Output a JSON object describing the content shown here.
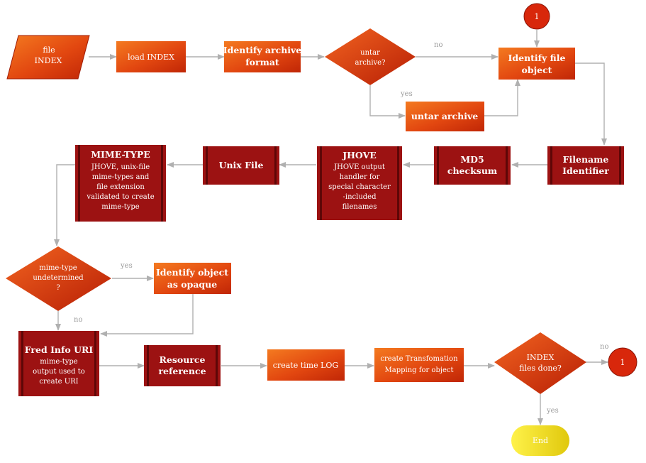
{
  "colors": {
    "process_light": "#f05a17",
    "process_dark": "#c52a08",
    "module_fill": "#9c1212",
    "module_stripe": "#5e0707",
    "connector": "#d2280c",
    "end_fill": "#f2e01a",
    "edge": "#b0b0b0",
    "label": "#9a9a9a"
  },
  "nodes": {
    "file_index": {
      "l1": "file",
      "l2": "INDEX"
    },
    "load_index": {
      "l1": "load INDEX"
    },
    "identify_archive": {
      "l1": "Identify archive",
      "l2": "format"
    },
    "untar_q": {
      "l1": "untar",
      "l2": "archive?"
    },
    "connector_top": {
      "l1": "1"
    },
    "identify_file": {
      "l1": "Identify file",
      "l2": "object"
    },
    "untar_archive": {
      "l1": "untar archive"
    },
    "filename_identifier": {
      "l1": "Filename",
      "l2": "Identifier"
    },
    "md5": {
      "l1": "MD5",
      "l2": "checksum"
    },
    "jhove": {
      "title": "JHOVE",
      "l1": "JHOVE output",
      "l2": "handler for",
      "l3": "special character",
      "l4": "-included",
      "l5": "filenames"
    },
    "unix_file": {
      "l1": "Unix File"
    },
    "mime_type": {
      "title": "MIME-TYPE",
      "l1": "JHOVE, unix-file",
      "l2": "mime-types and",
      "l3": "file extension",
      "l4": "validated to create",
      "l5": "mime-type"
    },
    "mime_q": {
      "l1": "mime-type",
      "l2": "undetermined",
      "l3": "?"
    },
    "identify_opaque": {
      "l1": "Identify object",
      "l2": "as opaque"
    },
    "fred_info": {
      "title": "Fred Info URI",
      "l1": "mime-type",
      "l2": "output used to",
      "l3": "create URI"
    },
    "resource_reference": {
      "l1": "Resource",
      "l2": "reference"
    },
    "create_time_log": {
      "l1": "create time LOG"
    },
    "create_transformation": {
      "l1": "create Transfomation",
      "l2": "Mapping for object"
    },
    "index_done_q": {
      "l1": "INDEX",
      "l2": "files done?"
    },
    "connector_end": {
      "l1": "1"
    },
    "end": {
      "l1": "End"
    }
  },
  "edge_labels": {
    "untar_no": "no",
    "untar_yes": "yes",
    "mime_yes": "yes",
    "mime_no": "no",
    "index_no": "no",
    "index_yes": "yes"
  }
}
